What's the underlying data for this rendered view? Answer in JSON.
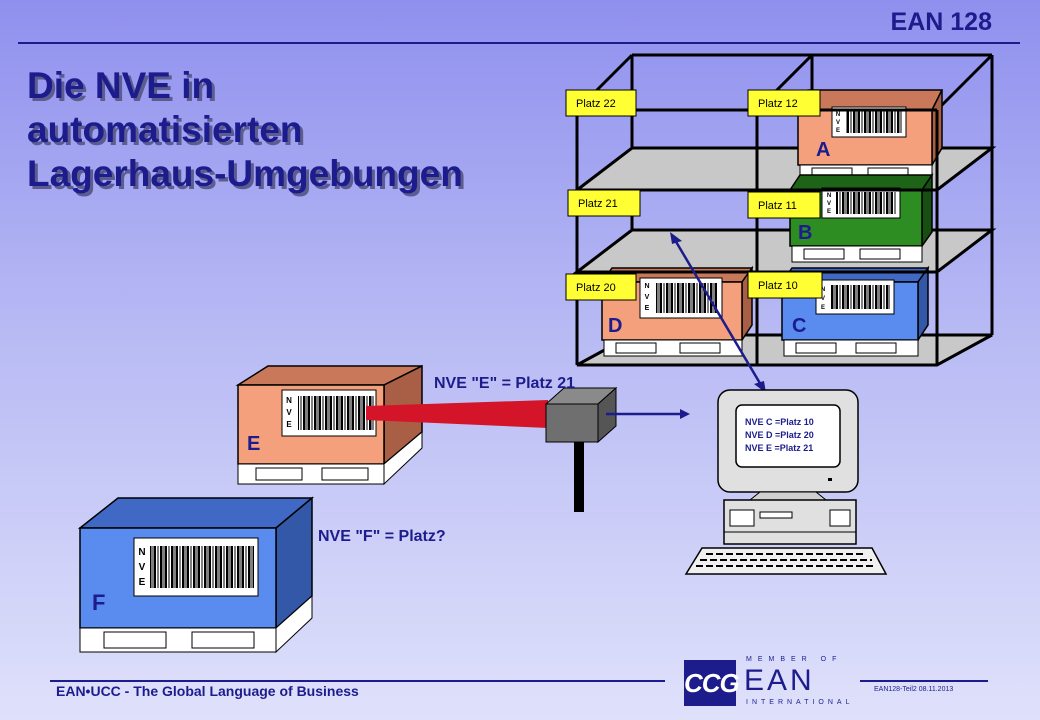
{
  "header": {
    "title": "EAN 128"
  },
  "main_title": {
    "line1": "Die NVE in",
    "line2": "automatisierten",
    "line3": "Lagerhaus-Umgebungen"
  },
  "shelf_labels": [
    "Platz 22",
    "Platz 12",
    "Platz 21",
    "Platz 11",
    "Platz 20",
    "Platz 10"
  ],
  "shelf_pallets": [
    "A",
    "B",
    "C",
    "D"
  ],
  "nve_code": [
    "N",
    "V",
    "E"
  ],
  "pallet_e": "E",
  "pallet_f": "F",
  "scan_text_e": "NVE \"E\"  = Platz 21",
  "scan_text_f": "NVE \"F\"  = Platz?",
  "screen_lines": [
    "NVE C =Platz 10",
    "NVE D =Platz 20",
    "NVE E =Platz 21"
  ],
  "footer": {
    "text": "EAN•UCC - The Global Language of Business",
    "doc_ref": "EAN128-Teil2   08.11.2013"
  },
  "logo": {
    "ccg": "CCG",
    "member_of": "MEMBER OF",
    "ean": "EAN",
    "international": "INTERNATIONAL"
  },
  "colors": {
    "navy": "#1c1c8c",
    "pallet_orange": "#f5a07d",
    "pallet_green": "#2d8c22",
    "pallet_blue": "#5a8cf0",
    "label_yellow": "#ffff33",
    "scan_beam": "#d41428"
  }
}
